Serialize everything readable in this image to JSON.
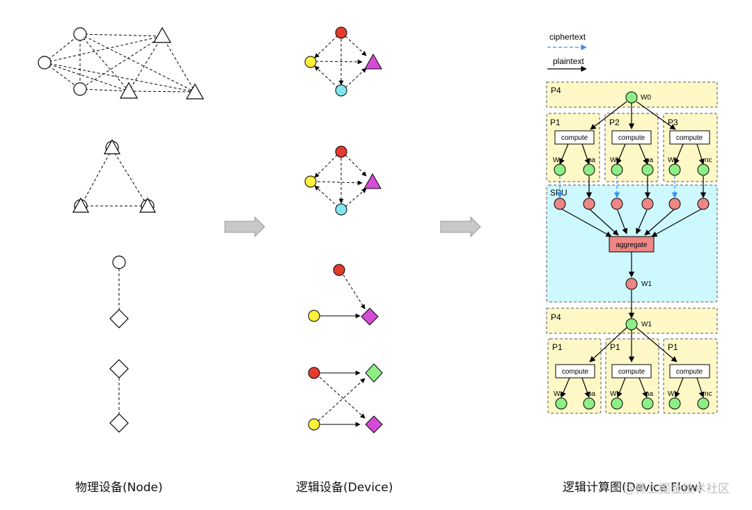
{
  "captions": {
    "physical": "物理设备(Node)",
    "logical": "逻辑设备(Device)",
    "flow": "逻辑计算图(Device Flow)"
  },
  "watermark": "@稀土掘金技术社区",
  "legend": {
    "ciphertext": "ciphertext",
    "plaintext": "plaintext"
  },
  "flow": {
    "top_party": "P4",
    "top_node": "W0",
    "parties": [
      "P1",
      "P2",
      "P3"
    ],
    "compute": "compute",
    "upper_outputs": [
      [
        "Wa",
        "na"
      ],
      [
        "Wb",
        "na"
      ],
      [
        "Wb",
        "nc"
      ]
    ],
    "spu": "SPU",
    "aggregate": "aggregate",
    "spu_output": "W1",
    "bottom_party": "P4",
    "bottom_node": "W1",
    "bottom_parties": [
      "P1",
      "P1",
      "P1"
    ],
    "lower_outputs": [
      [
        "Wa",
        "na"
      ],
      [
        "Wb",
        "na"
      ],
      [
        "Wb",
        "nc"
      ]
    ]
  },
  "colors": {
    "red": "#e33b2e",
    "yellow": "#fff13a",
    "cyan": "#83e6ee",
    "magenta": "#d64bd6",
    "green": "#8eee86",
    "salmon": "#ee8683",
    "party_fill": "#fdf8c6",
    "spu_fill": "#cdf8fd",
    "cipher": "#3b8ff0",
    "arrow_gray": "#c8c8c8"
  }
}
